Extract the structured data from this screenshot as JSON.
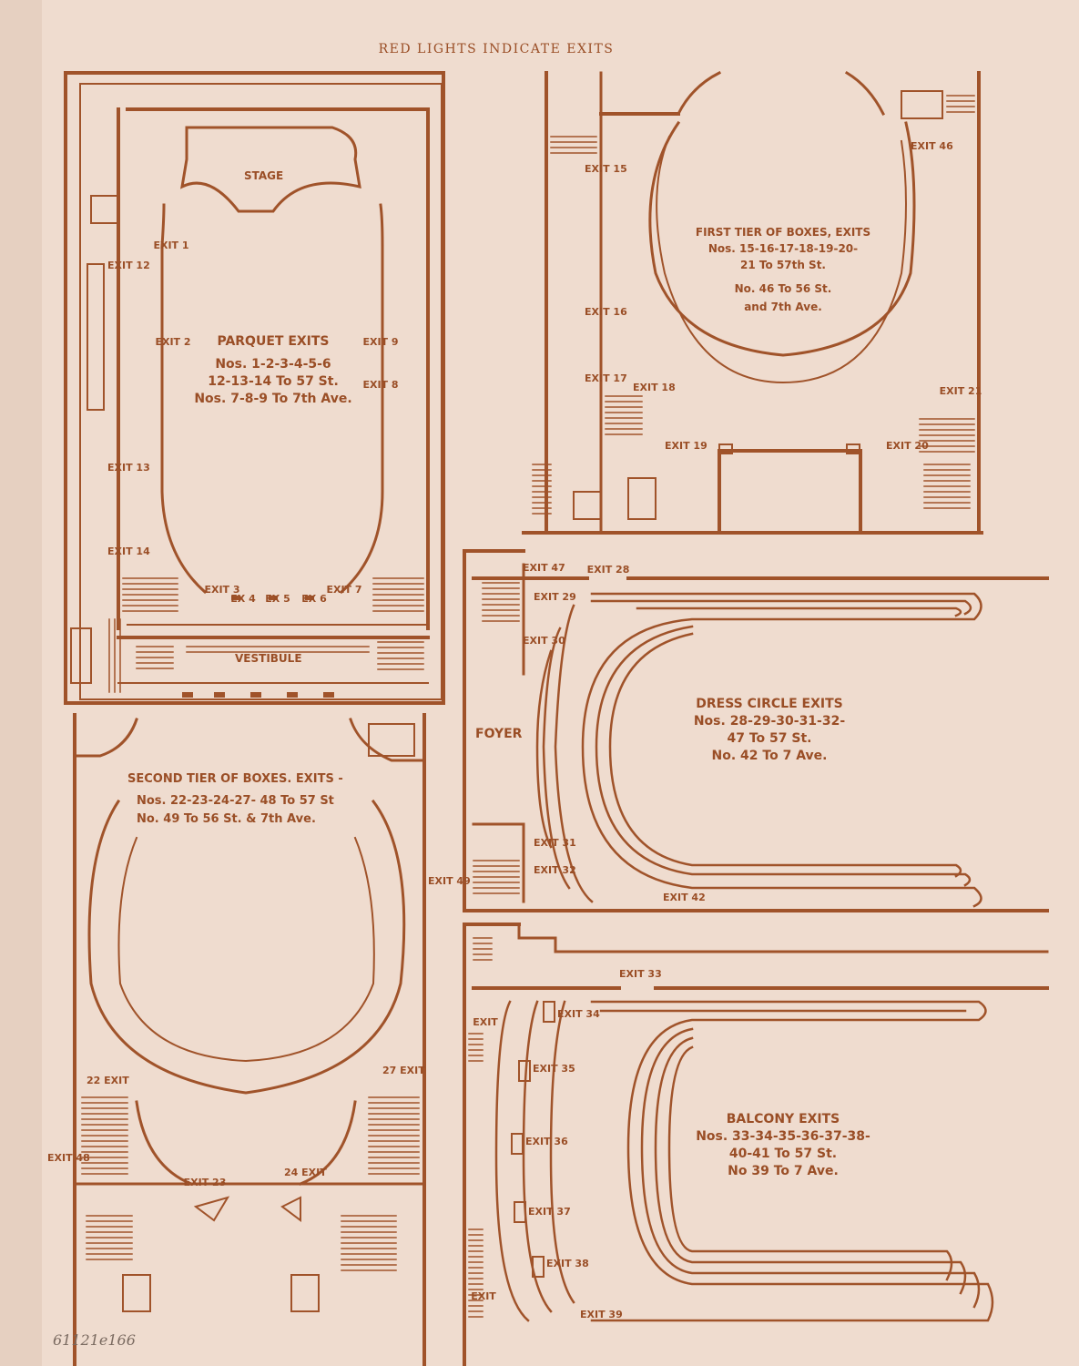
{
  "header": "RED LIGHTS INDICATE EXITS",
  "handwritten_note": "61121e166",
  "colors": {
    "ink": "#a0532a",
    "paper": "#efdccf"
  },
  "parquet": {
    "stage": "STAGE",
    "vestibule": "VESTIBULE",
    "title": "PARQUET EXITS",
    "line1": "Nos. 1-2-3-4-5-6",
    "line2": "12-13-14 To 57 St.",
    "line3": "Nos. 7-8-9 To 7th Ave.",
    "exits": [
      "EXIT 1",
      "EXIT 2",
      "EXIT 12",
      "EXIT 13",
      "EXIT 14",
      "EXIT 9",
      "EXIT 8",
      "EXIT 3",
      "EX 4",
      "EX 5",
      "EX 6",
      "EXIT 7"
    ]
  },
  "first_tier": {
    "title": "FIRST TIER OF BOXES, EXITS",
    "line1": "Nos. 15-16-17-18-19-20-",
    "line2": "21 To 57th St.",
    "line3": "No. 46 To 56 St.",
    "line4": "and 7th Ave.",
    "exits": [
      "EXIT 15",
      "EXIT 16",
      "EXIT 17",
      "EXIT 18",
      "EXIT 19",
      "EXIT 46",
      "EXIT 21",
      "EXIT 20"
    ]
  },
  "second_tier": {
    "title": "SECOND TIER OF BOXES. EXITS -",
    "line1": "Nos. 22-23-24-27- 48 To 57 St",
    "line2": "No. 49 To 56 St. & 7th Ave.",
    "exits": [
      "EXIT 49",
      "22 EXIT",
      "27 EXIT",
      "EXIT 48",
      "EXIT 23",
      "24 EXIT"
    ]
  },
  "dress_circle": {
    "foyer": "FOYER",
    "title": "DRESS CIRCLE EXITS",
    "line1": "Nos. 28-29-30-31-32-",
    "line2": "47 To 57 St.",
    "line3": "No. 42 To 7 Ave.",
    "exits": [
      "EXIT 47",
      "EXIT 28",
      "EXIT 29",
      "EXIT 30",
      "EXIT 31",
      "EXIT 32",
      "EXIT 42"
    ]
  },
  "balcony": {
    "title": "BALCONY EXITS",
    "line1": "Nos. 33-34-35-36-37-38-",
    "line2": "40-41 To 57 St.",
    "line3": "No 39 To 7 Ave.",
    "exits": [
      "EXIT 33",
      "EXIT",
      "EXIT 34",
      "EXIT 35",
      "EXIT 36",
      "EXIT 37",
      "EXIT 38",
      "EXIT",
      "EXIT 39"
    ]
  }
}
